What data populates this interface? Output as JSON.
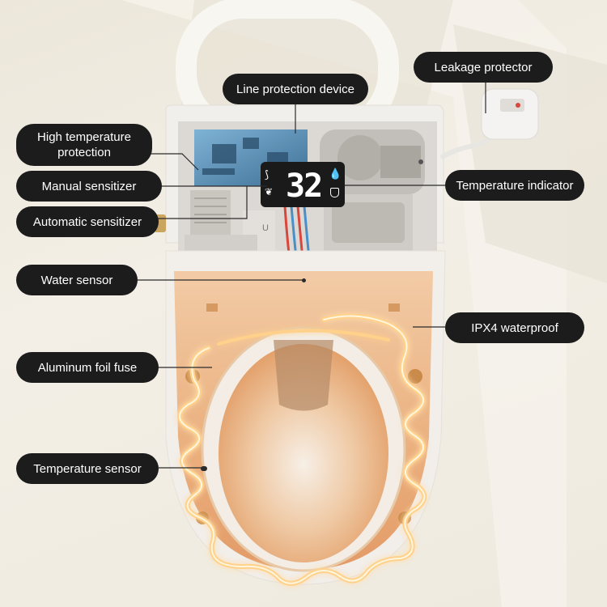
{
  "labels": {
    "leakage_protector": "Leakage protector",
    "line_protection_device": "Line protection device",
    "high_temperature_protection": "High temperature protection",
    "manual_sensitizer": "Manual sensitizer",
    "temperature_indicator": "Temperature indicator",
    "automatic_sensitizer": "Automatic sensitizer",
    "water_sensor": "Water sensor",
    "ipx4_waterproof": "IPX4 waterproof",
    "aluminum_foil_fuse": "Aluminum foil fuse",
    "temperature_sensor": "Temperature sensor"
  },
  "display": {
    "temperature_value": "32",
    "icons": [
      "seat-heat-icon",
      "water-drop-icon",
      "leaf-eco-icon",
      "shield-icon"
    ]
  },
  "colors": {
    "label_bg": "#1c1c1c",
    "label_text": "#ffffff",
    "heating_glow": "#ffb347",
    "display_bg": "#1a1a1a",
    "red_wire": "#d9463b",
    "blue_wire": "#4a90c8"
  }
}
